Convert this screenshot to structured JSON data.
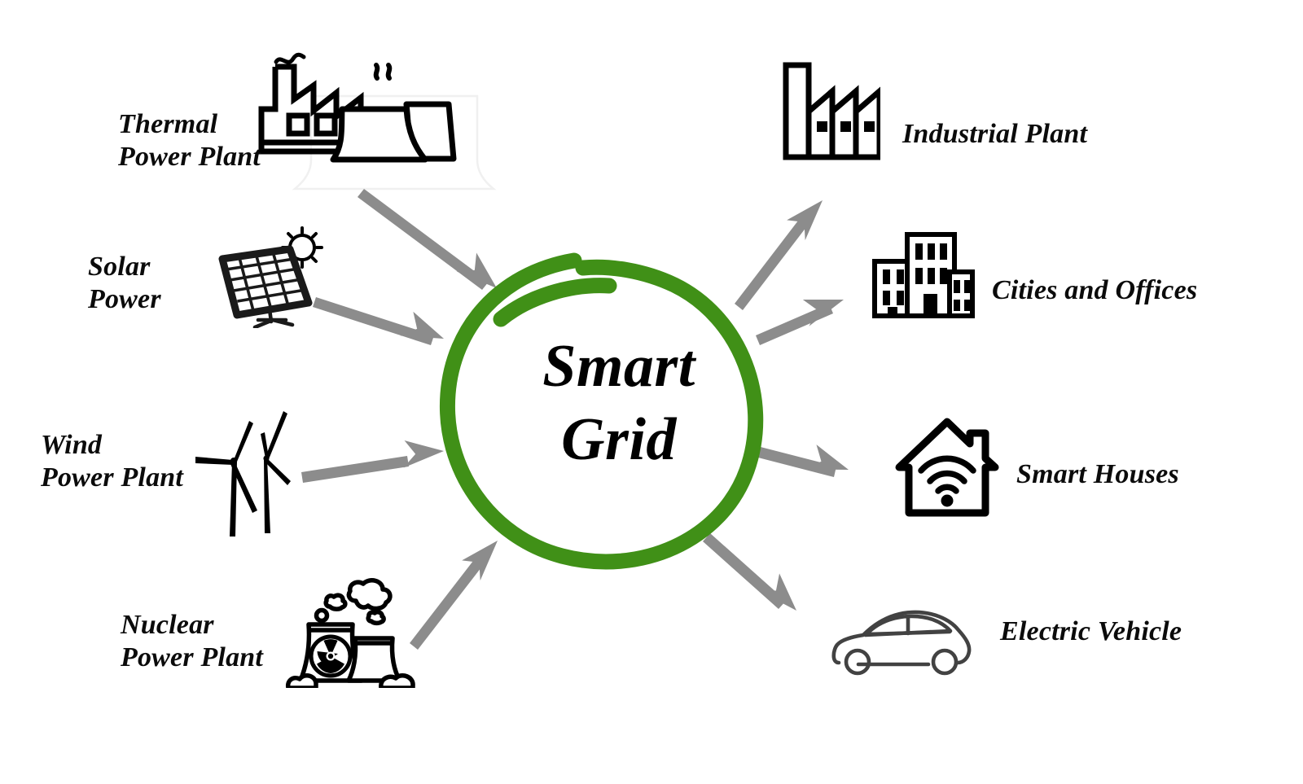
{
  "diagram": {
    "title": "Smart Grid",
    "center": {
      "label": "Smart\nGrid",
      "ring_color": "#409017"
    },
    "colors": {
      "arrow": "#8c8c8c",
      "icon_stroke": "#000000",
      "vehicle_stroke": "#424242",
      "background": "#ffffff",
      "text": "#0b0b0b"
    },
    "sources": [
      {
        "label": "Thermal\nPower Plant",
        "icon": "thermal-power-plant-icon",
        "direction": "into-center"
      },
      {
        "label": "Solar\nPower",
        "icon": "solar-panel-icon",
        "direction": "into-center"
      },
      {
        "label": "Wind\nPower Plant",
        "icon": "wind-turbine-icon",
        "direction": "into-center"
      },
      {
        "label": "Nuclear\nPower Plant",
        "icon": "nuclear-power-plant-icon",
        "direction": "into-center"
      }
    ],
    "consumers": [
      {
        "label": "Industrial Plant",
        "icon": "industrial-plant-icon",
        "direction": "out-of-center"
      },
      {
        "label": "Cities and Offices",
        "icon": "city-buildings-icon",
        "direction": "out-of-center"
      },
      {
        "label": "Smart Houses",
        "icon": "smart-house-wifi-icon",
        "direction": "out-of-center"
      },
      {
        "label": "Electric Vehicle",
        "icon": "electric-car-icon",
        "direction": "out-of-center"
      }
    ]
  }
}
